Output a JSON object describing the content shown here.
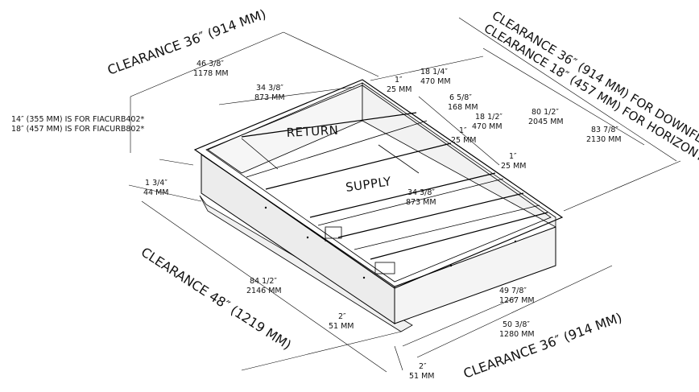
{
  "panels": {
    "return_label": "RETURN",
    "supply_label": "SUPPLY"
  },
  "clearances": {
    "back": "CLEARANCE 36″ (914 MM)",
    "right_line1": "CLEARANCE 36″ (914 MM) FOR DOWNFLOW",
    "right_line2": "CLEARANCE 18″ (457 MM) FOR HORIZONTAL",
    "left": "CLEARANCE 48″ (1219 MM)",
    "front": "CLEARANCE 36″ (914 MM)"
  },
  "notes": {
    "height_line1": "14″ (355 MM) IS FOR FIACURB402*",
    "height_line2": "18″ (457 MM) IS FOR FIACURB802*"
  },
  "dims": {
    "outer_width": {
      "in": "46 3/8″",
      "mm": "1178 MM"
    },
    "inner_width_top": {
      "in": "34 3/8″",
      "mm": "873 MM"
    },
    "one_in_a": {
      "in": "1″",
      "mm": "25 MM"
    },
    "eighteen_qtr": {
      "in": "18 1/4″",
      "mm": "470 MM"
    },
    "six_5_8": {
      "in": "6 5/8″",
      "mm": "168 MM"
    },
    "eighteen_half": {
      "in": "18 1/2″",
      "mm": "470 MM"
    },
    "one_in_b": {
      "in": "1″",
      "mm": "25 MM"
    },
    "one_in_c": {
      "in": "1″",
      "mm": "25 MM"
    },
    "inner_len": {
      "in": "80 1/2″",
      "mm": "2045 MM"
    },
    "outer_len": {
      "in": "83 7/8″",
      "mm": "2130 MM"
    },
    "flange": {
      "in": "1 3/4″",
      "mm": "44 MM"
    },
    "inner_width_mid": {
      "in": "34 3/8″",
      "mm": "873 MM"
    },
    "side_len": {
      "in": "84 1/2″",
      "mm": "2146 MM"
    },
    "front_inner": {
      "in": "49 7/8″",
      "mm": "1267 MM"
    },
    "front_outer": {
      "in": "50 3/8″",
      "mm": "1280 MM"
    },
    "two_in_a": {
      "in": "2″",
      "mm": "51 MM"
    },
    "two_in_b": {
      "in": "2″",
      "mm": "51 MM"
    }
  }
}
